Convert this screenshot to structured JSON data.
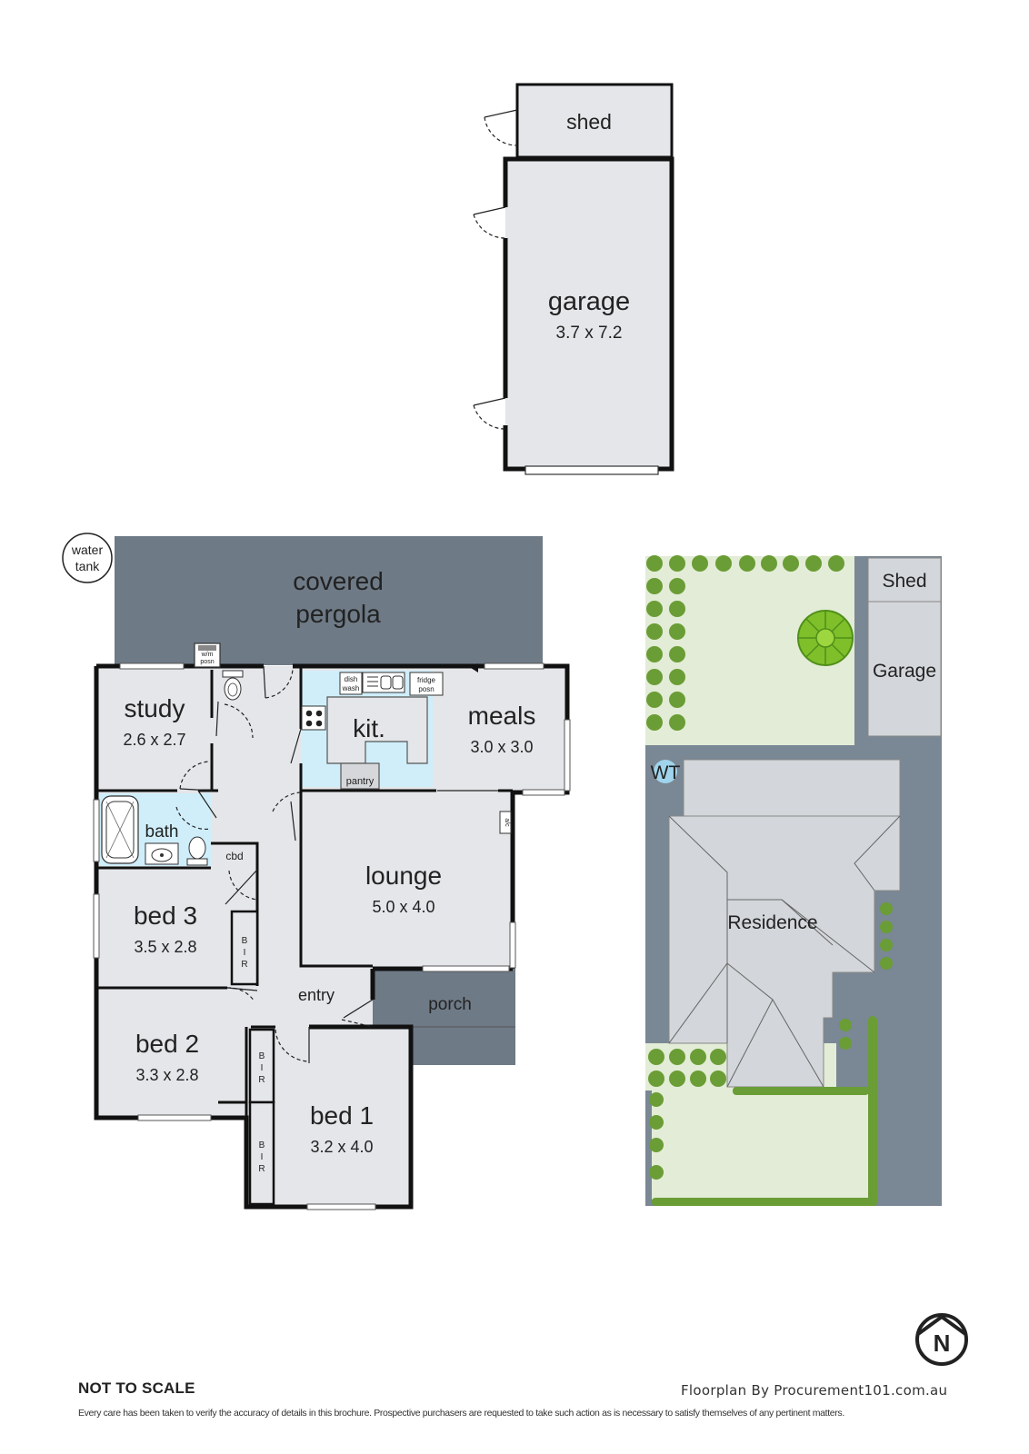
{
  "rooms": {
    "shed": {
      "name": "shed"
    },
    "garage": {
      "name": "garage",
      "size": "3.7 x 7.2"
    },
    "pergola": {
      "line1": "covered",
      "line2": "pergola"
    },
    "water_tank": {
      "line1": "water",
      "line2": "tank"
    },
    "wm": {
      "line1": "w/m",
      "line2": "posn"
    },
    "study": {
      "name": "study",
      "size": "2.6 x 2.7"
    },
    "kit": {
      "name": "kit."
    },
    "dishwash": {
      "line1": "dish",
      "line2": "wash"
    },
    "fridge": {
      "line1": "fridge",
      "line2": "posn"
    },
    "pantry": {
      "name": "pantry"
    },
    "meals": {
      "name": "meals",
      "size": "3.0 x 3.0"
    },
    "bath": {
      "name": "bath"
    },
    "cbd": {
      "name": "cbd"
    },
    "ac": {
      "name": "a/c"
    },
    "lounge": {
      "name": "lounge",
      "size": "5.0 x 4.0"
    },
    "bed3": {
      "name": "bed 3",
      "size": "3.5 x 2.8"
    },
    "entry": {
      "name": "entry"
    },
    "porch": {
      "name": "porch"
    },
    "bed2": {
      "name": "bed 2",
      "size": "3.3 x 2.8"
    },
    "bed1": {
      "name": "bed 1",
      "size": "3.2 x 4.0"
    },
    "bir": [
      "B",
      "I",
      "R"
    ]
  },
  "site": {
    "shed": "Shed",
    "garage": "Garage",
    "wt": "WT",
    "residence": "Residence"
  },
  "compass": {
    "letter": "N"
  },
  "footer": {
    "not_to_scale": "NOT TO SCALE",
    "credit": "Floorplan By Procurement101.com.au",
    "disclaimer": "Every care has been taken to verify the accuracy of details in this brochure. Prospective purchasers are requested to take such action as is necessary to satisfy themselves of any pertinent matters."
  },
  "colors": {
    "room_fill": "#e4e6e9",
    "outdoor_fill": "#6e7a86",
    "wall": "#111111",
    "wet_area": "#cfeefa",
    "lawn": "#e3ecd6",
    "hedge": "#6a9d35",
    "paving": "#7a8794",
    "roof": "#d3d6da"
  },
  "icons": [
    "stove-icon",
    "sink-icon",
    "toilet-icon",
    "bathtub-icon",
    "basin-icon",
    "tree-icon",
    "north-compass-icon"
  ]
}
